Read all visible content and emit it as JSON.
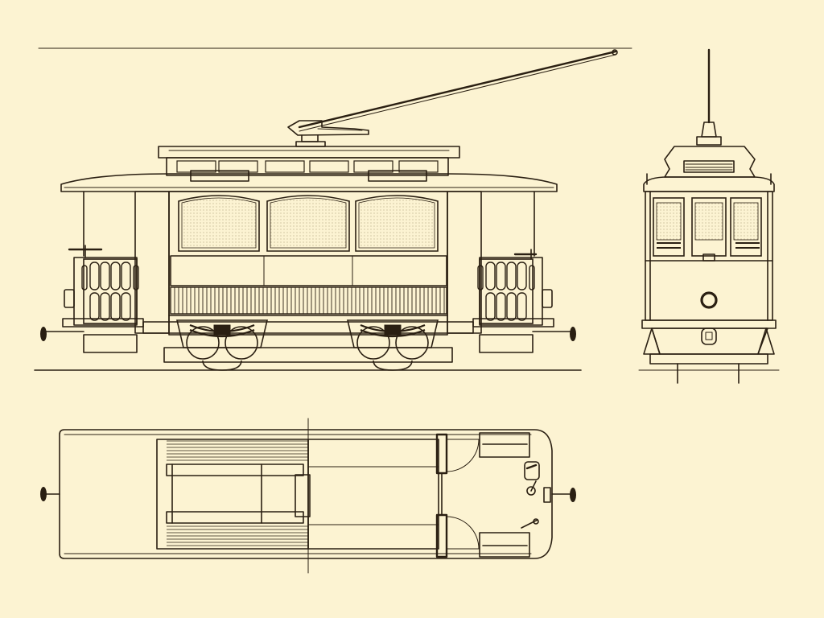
{
  "drawing": {
    "views": [
      "side-elevation",
      "front-elevation",
      "plan-view"
    ]
  },
  "colors": {
    "paper": "#fcf3d2",
    "ink": "#2a1f12",
    "shade": "#e6dab0"
  }
}
